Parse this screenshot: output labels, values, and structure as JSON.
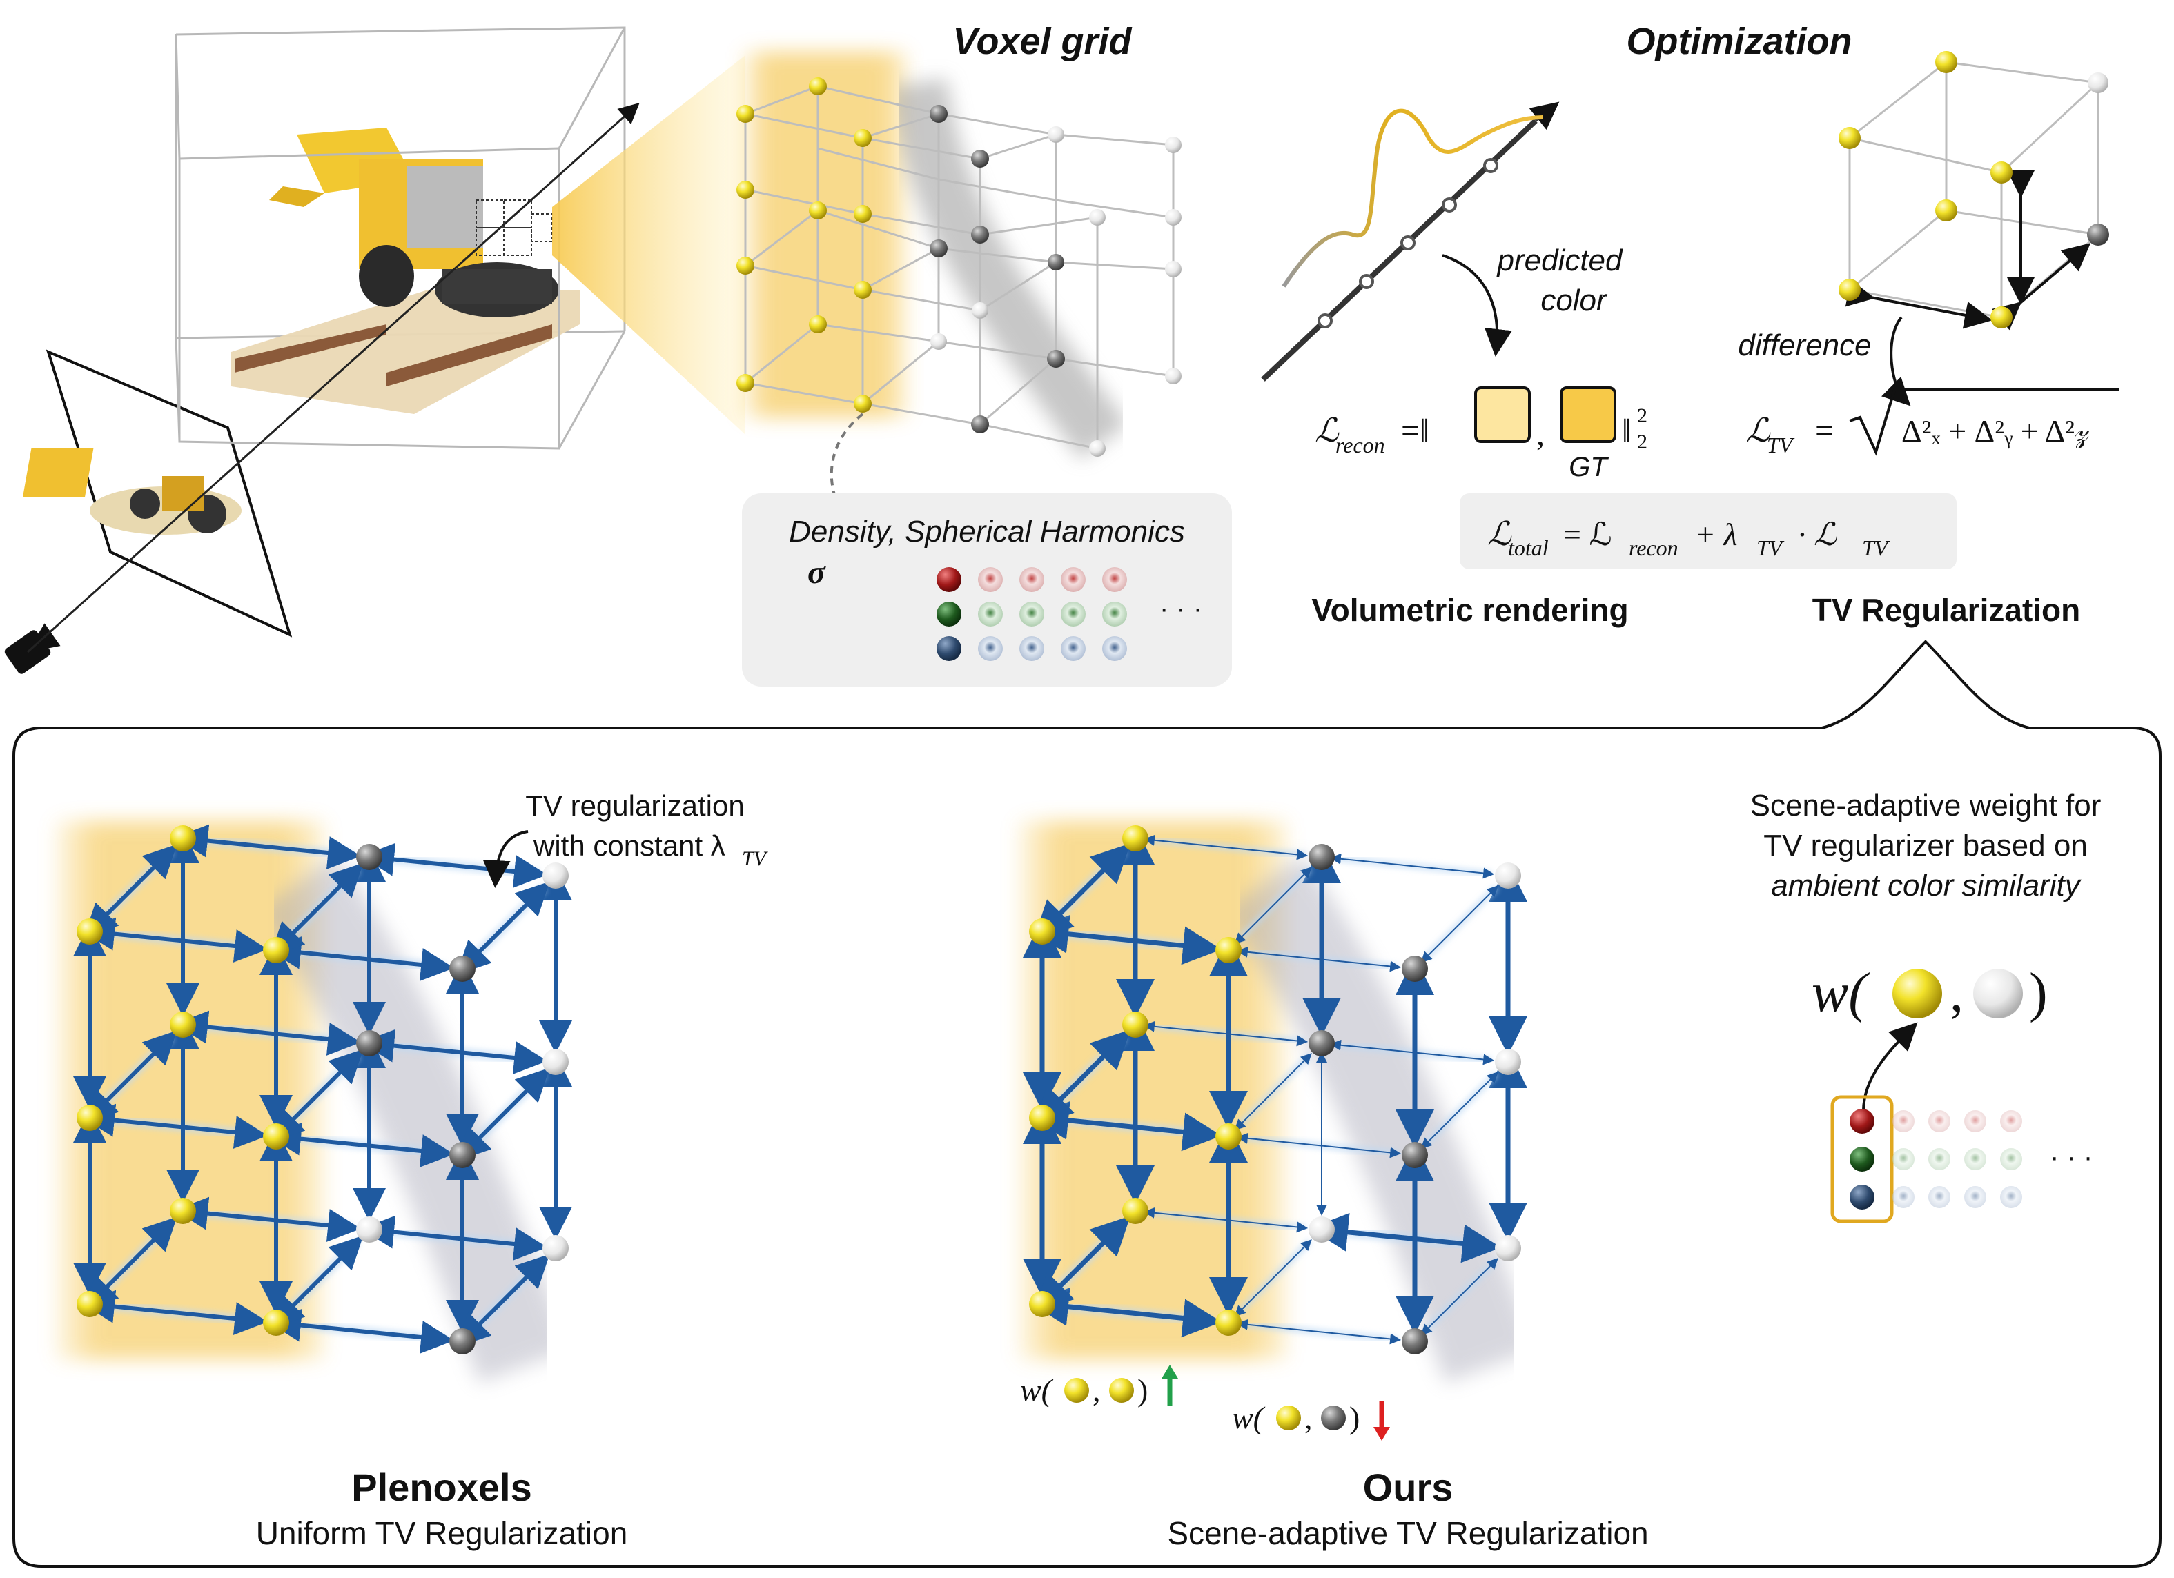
{
  "top": {
    "voxel_grid_title": "Voxel grid",
    "optimization_title": "Optimization",
    "density_sh_label": "Density, Spherical Harmonics",
    "sigma_symbol": "σ",
    "ellipsis": "· · ·",
    "predicted_color_line1": "predicted",
    "predicted_color_line2": "color",
    "difference_label": "difference",
    "gt_label": "GT",
    "volumetric_rendering": "Volumetric rendering",
    "tv_regularization": "TV Regularization"
  },
  "equations": {
    "recon_L": "ℒ",
    "recon_sub": "recon",
    "recon_eq": "=‖",
    "recon_comma": ",",
    "recon_close": "‖",
    "recon_sup": "2",
    "recon_subsc": "2",
    "tv_L": "ℒ",
    "tv_sub": "TV",
    "tv_eq": "=",
    "tv_body": "Δ²ₓ + Δ²ᵧ + Δ²𝓏",
    "total_L": "ℒ",
    "total_sub": "total",
    "total_eq": "= ℒ",
    "total_recon_sub": "recon",
    "total_plus": "+ λ",
    "total_lambda_sub": "TV",
    "total_dot": "· ℒ",
    "total_tv_sub": "TV"
  },
  "bottom": {
    "tv_const_line1": "TV regularization",
    "tv_const_line2": "with constant λ",
    "tv_const_sub": "TV",
    "adaptive_line1": "Scene-adaptive weight for",
    "adaptive_line2": "TV regularizer based on",
    "adaptive_line3": "ambient color similarity",
    "w_symbol": "w(",
    "w_comma": ",",
    "w_close": ")",
    "small_w1": "w(",
    "small_w1_comma": ",",
    "small_w1_close": ")",
    "small_w2": "w(",
    "small_w2_comma": ",",
    "small_w2_close": ")",
    "plenoxels_title": "Plenoxels",
    "plenoxels_subtitle": "Uniform TV Regularization",
    "ours_title": "Ours",
    "ours_subtitle": "Scene-adaptive TV Regularization",
    "ellipsis": "· · ·"
  },
  "colors": {
    "yellow_node": "#e6d21a",
    "gray_node": "#6e6e6e",
    "white_node": "#e8e8e8",
    "edge_blue": "#1f5aa0",
    "band_yellow": "#f7cf6a",
    "panel_gray": "#efefef",
    "red_sh": "#a01818",
    "green_sh": "#1e5a1e",
    "blue_sh": "#2e4a6e",
    "arrow_up": "#22a04a",
    "arrow_down": "#dd2020"
  }
}
